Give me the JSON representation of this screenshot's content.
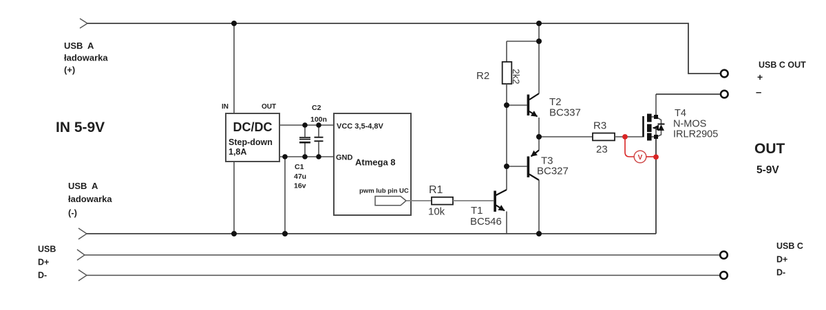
{
  "left": {
    "usb_a_plus": {
      "l1": "USB A",
      "l2": "ładowarka",
      "l3": "(+)"
    },
    "in_voltage": "IN 5-9V",
    "usb_a_minus": {
      "l1": "USB A",
      "l2": "ładowarka",
      "l3": "(-)"
    },
    "usb_data": {
      "l1": "USB",
      "l2": "D+",
      "l3": "D-"
    }
  },
  "right": {
    "usb_c_out": "USB C OUT",
    "plus": "+",
    "minus": "–",
    "out": "OUT",
    "out_voltage": "5-9V",
    "usb_c": {
      "l1": "USB C",
      "l2": "D+",
      "l3": "D-"
    }
  },
  "dcdc": {
    "pin_in": "IN",
    "pin_out": "OUT",
    "name": "DC/DC",
    "type": "Step-down",
    "current": "1,8A"
  },
  "atmega": {
    "vcc": "VCC 3,5-4,8V",
    "gnd": "GND",
    "name": "Atmega 8",
    "pwm": "pwm lub pin UC"
  },
  "capacitors": {
    "c1": {
      "ref": "C1",
      "value": "47u",
      "voltage": "16v"
    },
    "c2": {
      "ref": "C2",
      "value": "100n"
    }
  },
  "resistors": {
    "r1": {
      "ref": "R1",
      "value": "10k"
    },
    "r2": {
      "ref": "R2",
      "value": "2k2"
    },
    "r3": {
      "ref": "R3",
      "value": "23"
    }
  },
  "transistors": {
    "t1": {
      "ref": "T1",
      "part": "BC546"
    },
    "t2": {
      "ref": "T2",
      "part": "BC337"
    },
    "t3": {
      "ref": "T3",
      "part": "BC327"
    },
    "t4": {
      "ref": "T4",
      "type": "N-MOS",
      "part": "IRLR2905"
    }
  },
  "voltmeter": {
    "symbol": "V"
  },
  "colors": {
    "wire": "#4d4d4d",
    "red": "#d92525",
    "text": "#1f1f1f"
  }
}
